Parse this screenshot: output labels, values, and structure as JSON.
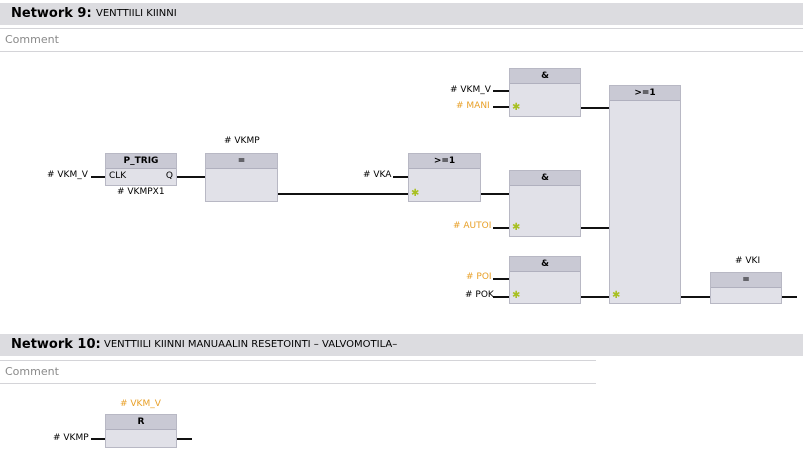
{
  "network9": {
    "title": "Network 9:",
    "description": "VENTTIILI KIINNI",
    "comment": "Comment",
    "p_trig": {
      "title": "P_TRIG",
      "in_pin": "CLK",
      "out_pin": "Q",
      "input": "# VKM_V",
      "edge_bit": "# VKMPX1"
    },
    "assign1": {
      "title": "=",
      "operand": "# VKMP"
    },
    "or1": {
      "title": ">=1",
      "input": "# VKA"
    },
    "and_mani": {
      "title": "&",
      "input_top": "# VKM_V",
      "input_bottom": "# MANI"
    },
    "and_auto": {
      "title": "&",
      "input": "# AUTOI"
    },
    "and_poi": {
      "title": "&",
      "input_top": "# POI",
      "input_bottom": "# POK"
    },
    "or_main": {
      "title": ">=1"
    },
    "assign2": {
      "title": "=",
      "operand": "# VKI"
    }
  },
  "network10": {
    "title": "Network 10:",
    "description": "VENTTIILI KIINNI MANUAALIN RESETOINTI – VALVOMOTILA–",
    "comment": "Comment",
    "reset": {
      "title": "R",
      "operand": "# VKM_V",
      "input": "# VKMP"
    }
  },
  "colors": {
    "header_bg": "#dcdce0",
    "block_bg": "#e1e1e8",
    "orange": "#e8a028",
    "negation_star": "#a8c020"
  }
}
